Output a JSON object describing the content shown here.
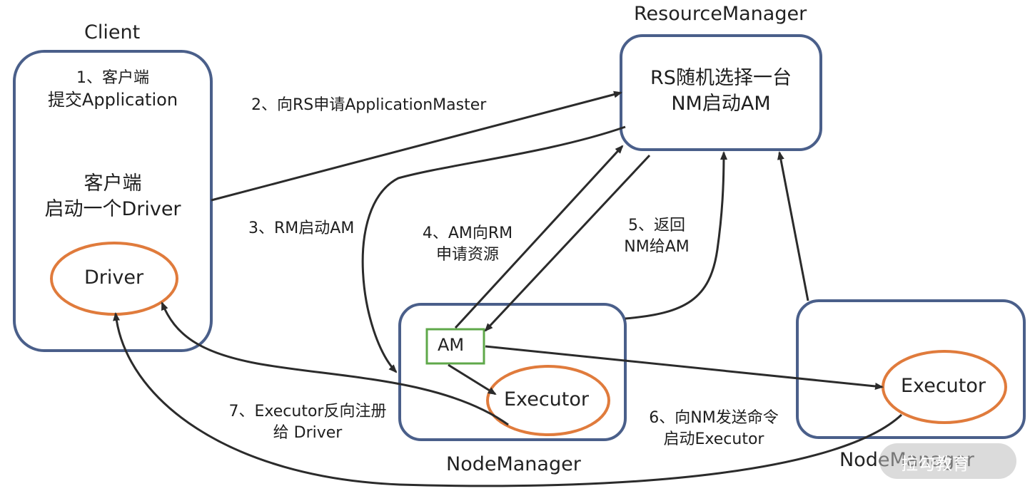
{
  "client": {
    "title": "Client",
    "step1_line1": "1、客户端",
    "step1_line2": "提交Application",
    "driver_note_line1": "客户端",
    "driver_note_line2": "启动一个Driver",
    "driver_label": "Driver"
  },
  "resource_manager": {
    "title": "ResourceManager",
    "text_line1": "RS随机选择一台",
    "text_line2": "NM启动AM"
  },
  "node_manager_1": {
    "title": "NodeManager",
    "am_label": "AM",
    "executor_label": "Executor"
  },
  "node_manager_2": {
    "title": "NodeManager",
    "executor_label": "Executor"
  },
  "steps": {
    "s2": "2、向RS申请ApplicationMaster",
    "s3": "3、RM启动AM",
    "s4_line1": "4、AM向RM",
    "s4_line2": "申请资源",
    "s5_line1": "5、返回",
    "s5_line2": "NM给AM",
    "s6_line1": "6、向NM发送命令",
    "s6_line2": "启动Executor",
    "s7_line1": "7、Executor反向注册",
    "s7_line2": "给 Driver"
  },
  "watermark": {
    "text": "拉勾教育"
  },
  "colors": {
    "box_border": "#4a5f8a",
    "oval_border": "#e07b3c",
    "am_border": "#5fa84a",
    "arrow": "#2b2b2b"
  }
}
